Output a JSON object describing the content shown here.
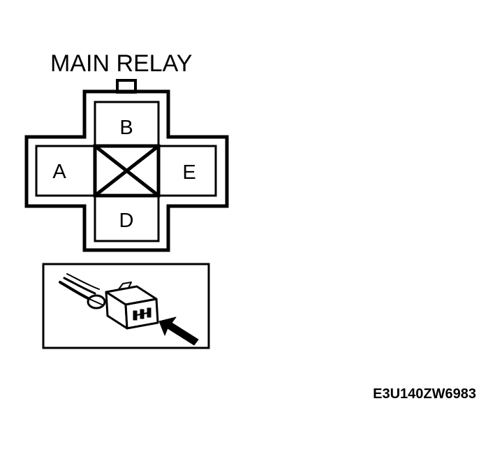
{
  "diagram": {
    "title": "MAIN RELAY",
    "pins": {
      "top": "B",
      "left": "A",
      "right": "E",
      "bottom": "D"
    },
    "figure_code": "E3U140ZW6983"
  },
  "colors": {
    "ink": "#000000",
    "paper": "#ffffff"
  }
}
